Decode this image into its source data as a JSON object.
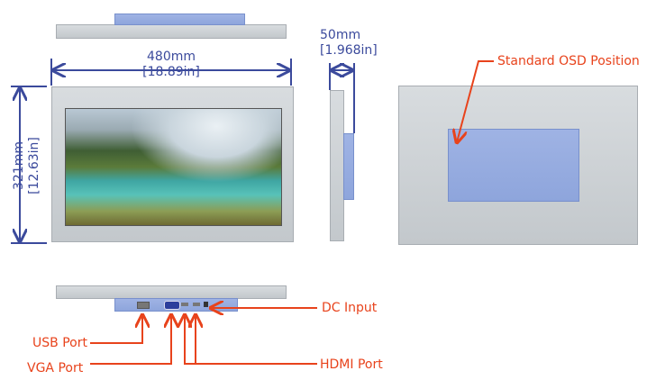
{
  "dimensions": {
    "width_mm": "480mm",
    "width_in": "[18.89in]",
    "height_mm": "321mm",
    "height_in": "[12.63in]",
    "depth_mm": "50mm",
    "depth_in": "[1.968in]"
  },
  "callouts": {
    "osd": "Standard OSD Position",
    "dc_input": "DC Input",
    "usb_port": "USB Port",
    "vga_port": "VGA Port",
    "hdmi_port": "HDMI Port"
  },
  "colors": {
    "dimension": "#3b4a9c",
    "callout": "#e8431c",
    "panel": "#c8cdd1",
    "board": "#95aadf"
  }
}
